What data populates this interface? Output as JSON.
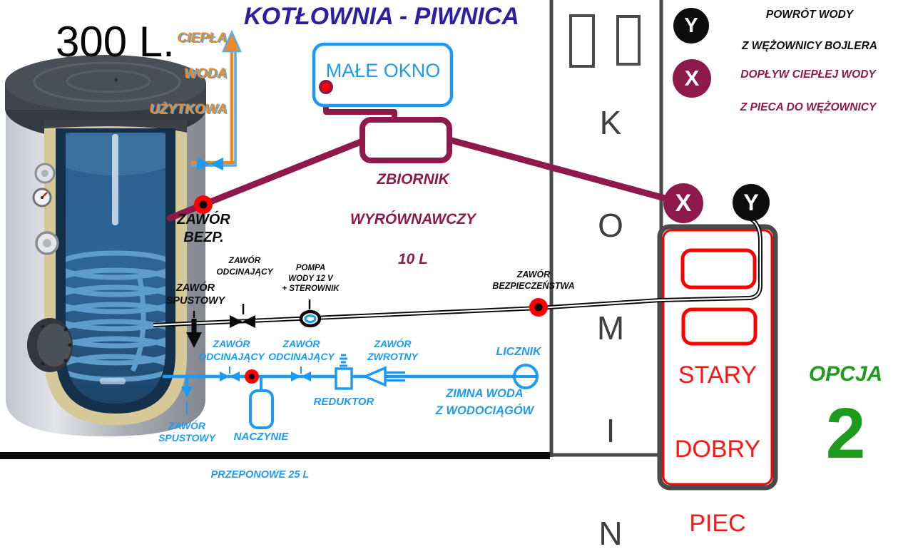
{
  "title": "KOTŁOWNIA - PIWNICA",
  "colors": {
    "maroon": "#8E1A4B",
    "blue": "#1E9AF2",
    "orange": "#F08A1F",
    "red": "#FF0000",
    "green": "#1C9B1C",
    "title_purple": "#2E1F9E",
    "gray": "#4a4a4a"
  },
  "boiler": {
    "capacity": "300 L.",
    "hot_water_line1": "CIEPŁA",
    "hot_water_line2": "WODA",
    "hot_water_line3": "UŻYTKOWA"
  },
  "window_box": {
    "label": "MAŁE OKNO"
  },
  "expansion_tank": {
    "line1": "ZBIORNIK",
    "line2": "WYRÓWNAWCZY",
    "line3": "10 L"
  },
  "chimney": {
    "letters": [
      "K",
      "O",
      "M",
      "I",
      "N"
    ]
  },
  "markers": {
    "x": "X",
    "y": "Y"
  },
  "legend": {
    "y_line1": "POWRÓT WODY",
    "y_line2": "Z WĘŻOWNICY BOJLERA",
    "x_line1": "DOPŁYW CIEPŁEJ WODY",
    "x_line2": "Z PIECA DO WĘŻOWNICY"
  },
  "labels": {
    "safety_short": "ZAWÓR\nBEZP.",
    "shutoff_black": "ZAWÓR\nODCINAJĄCY",
    "pump": "POMPA\nWODY 12 V\n+ STEROWNIK",
    "drain_black": "ZAWÓR\nSPUSTOWY",
    "safety_long": "ZAWÓR\nBEZPIECZEŃSTWA",
    "meter": "LICZNIK",
    "shutoff_blue_1": "ZAWÓR\nODCINAJĄCY",
    "shutoff_blue_2": "ZAWÓR\nODCINAJĄCY",
    "check_valve": "ZAWÓR\nZWROTNY",
    "reducer": "REDUKTOR",
    "vessel": "NACZYNIE",
    "vessel_sub": "PRZEPONOWE 25 L",
    "drain_blue": "ZAWÓR\nSPUSTOWY",
    "cold_water": "ZIMNA WODA\nZ WODOCIĄGÓW"
  },
  "stove": {
    "line1": "STARY",
    "line2": "DOBRY",
    "line3": "PIEC"
  },
  "option": {
    "label": "OPCJA",
    "number": "2"
  }
}
